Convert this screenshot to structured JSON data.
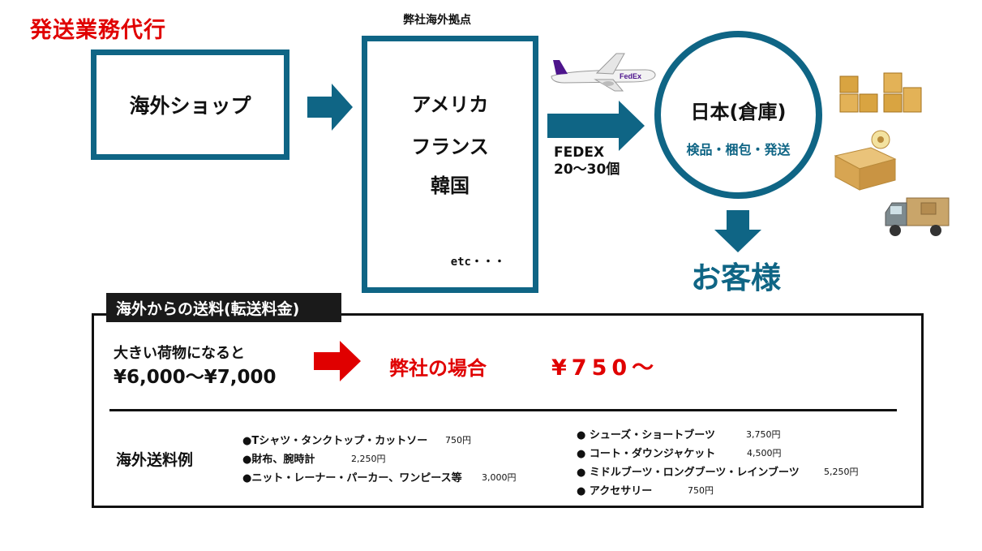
{
  "header": {
    "title": "発送業務代行"
  },
  "flow": {
    "shop_label": "海外ショップ",
    "hub_caption": "弊社海外拠点",
    "hub_countries": [
      "アメリカ",
      "フランス",
      "韓国"
    ],
    "hub_etc": "etc・・・",
    "carrier_line1": "FEDEX",
    "carrier_line2": "20〜30個",
    "warehouse_title": "日本(倉庫)",
    "warehouse_services": "検品・梱包・発送",
    "customer": "お客様",
    "plane_brand": "FedEx"
  },
  "fees": {
    "tab_title": "海外からの送料(転送料金)",
    "large_label": "大きい荷物になると",
    "large_price": "¥6,000〜¥7,000",
    "ours_label": "弊社の場合",
    "ours_price": "¥750〜",
    "examples_title": "海外送料例",
    "examples_left": [
      {
        "item": "●Tシャツ・タンクトップ・カットソー",
        "price": "750円"
      },
      {
        "item": "●財布、腕時計",
        "price": "2,250円"
      },
      {
        "item": "●ニット・レーナー・パーカー、ワンピース等",
        "price": "3,000円"
      }
    ],
    "examples_right": [
      {
        "item": "● シューズ・ショートブーツ",
        "price": "3,750円"
      },
      {
        "item": "● コート・ダウンジャケット",
        "price": "4,500円"
      },
      {
        "item": "● ミドルブーツ・ロングブーツ・レインブーツ",
        "price": "5,250円"
      },
      {
        "item": "● アクセサリー",
        "price": "750円"
      }
    ]
  },
  "colors": {
    "accent_blue": "#0f6585",
    "alert_red": "#e00000",
    "dark": "#1a1a1a"
  },
  "icons": [
    "arrow-right-icon",
    "airplane-icon",
    "arrow-down-icon",
    "boxes-icon",
    "tape-box-icon",
    "truck-icon"
  ]
}
